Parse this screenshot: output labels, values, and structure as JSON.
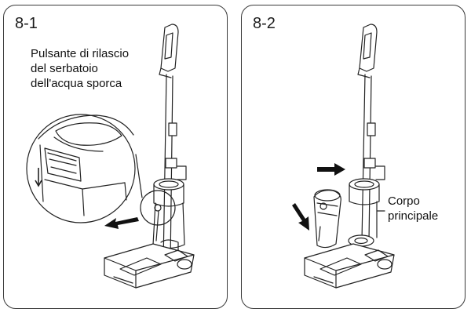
{
  "panels": [
    {
      "number": "8-1",
      "caption_lines": [
        "Pulsante di rilascio",
        "del serbatoio",
        "dell'acqua sporca"
      ]
    },
    {
      "number": "8-2",
      "caption_lines": [
        "Corpo",
        "principale"
      ]
    }
  ],
  "colors": {
    "line": "#222222",
    "frame": "#3a3a3a"
  }
}
